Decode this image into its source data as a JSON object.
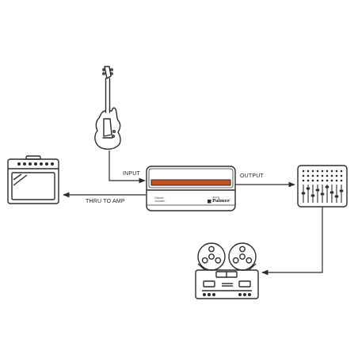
{
  "labels": {
    "input": "INPUT",
    "output": "OUTPUT",
    "thru_to_amp": "THRU TO AMP"
  },
  "device": {
    "model_line1": "Classic",
    "model_line2": "Junction",
    "brand_small": "dbSplit",
    "brand": "Palmer",
    "accent_color": "#c4521e"
  },
  "colors": {
    "stroke": "#2b2b2b",
    "background": "#ffffff"
  },
  "icons": [
    "electric-guitar-icon",
    "guitar-amplifier-icon",
    "signal-splitter-device",
    "mixing-console-icon",
    "reel-to-reel-recorder-icon"
  ]
}
